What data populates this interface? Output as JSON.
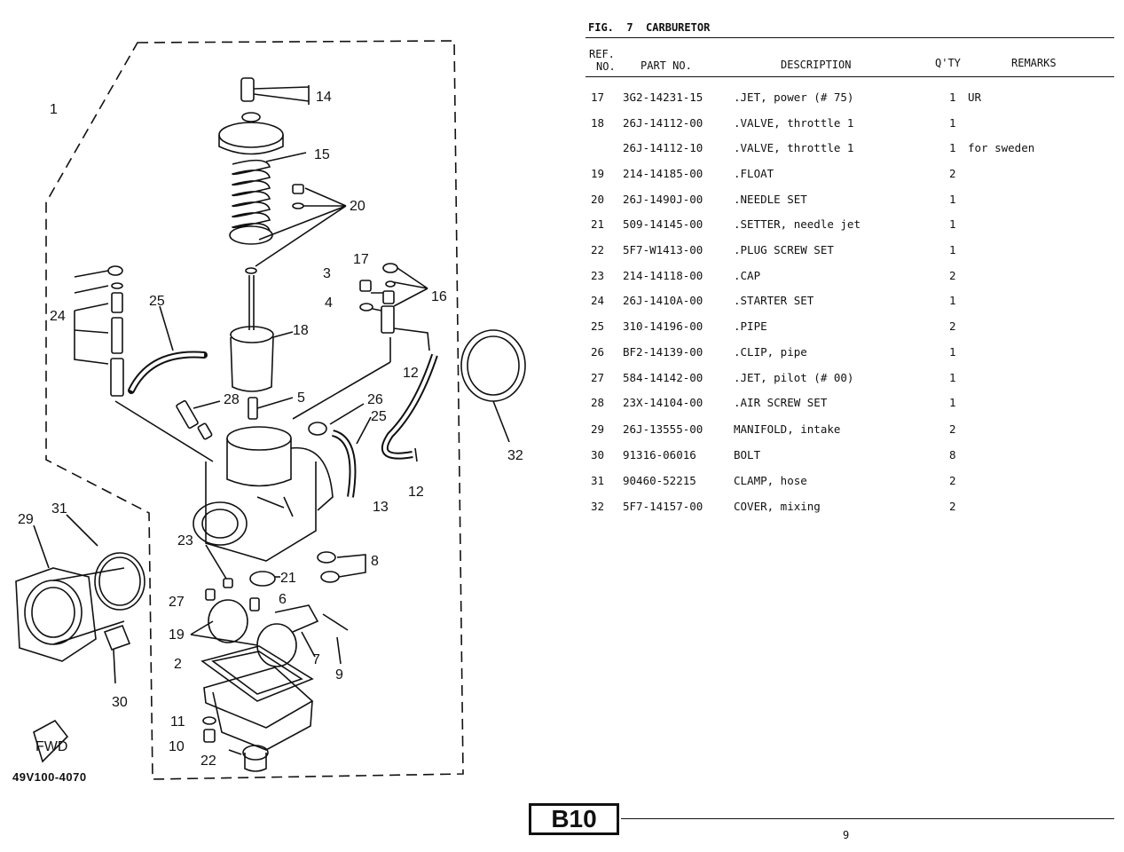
{
  "figure": {
    "prefix": "FIG.",
    "number": "7",
    "title": "CARBURETOR"
  },
  "headers": {
    "ref_line1": "REF.",
    "ref_line2": "NO.",
    "part_no": "PART NO.",
    "description": "DESCRIPTION",
    "qty": "Q'TY",
    "remarks": "REMARKS"
  },
  "parts": [
    {
      "ref": "17",
      "part_no": "3G2-14231-15",
      "description": ".JET, power (# 75)",
      "qty": "1",
      "remarks": "UR"
    },
    {
      "ref": "18",
      "part_no": "26J-14112-00",
      "description": ".VALVE, throttle 1",
      "qty": "1",
      "remarks": ""
    },
    {
      "ref": "",
      "part_no": "26J-14112-10",
      "description": ".VALVE, throttle 1",
      "qty": "1",
      "remarks": "for sweden"
    },
    {
      "ref": "19",
      "part_no": "214-14185-00",
      "description": ".FLOAT",
      "qty": "2",
      "remarks": ""
    },
    {
      "ref": "20",
      "part_no": "26J-1490J-00",
      "description": ".NEEDLE SET",
      "qty": "1",
      "remarks": ""
    },
    {
      "ref": "21",
      "part_no": "509-14145-00",
      "description": ".SETTER, needle jet",
      "qty": "1",
      "remarks": ""
    },
    {
      "ref": "22",
      "part_no": "5F7-W1413-00",
      "description": ".PLUG SCREW SET",
      "qty": "1",
      "remarks": ""
    },
    {
      "ref": "23",
      "part_no": "214-14118-00",
      "description": ".CAP",
      "qty": "2",
      "remarks": ""
    },
    {
      "ref": "24",
      "part_no": "26J-1410A-00",
      "description": ".STARTER SET",
      "qty": "1",
      "remarks": ""
    },
    {
      "ref": "25",
      "part_no": "310-14196-00",
      "description": ".PIPE",
      "qty": "2",
      "remarks": ""
    },
    {
      "ref": "26",
      "part_no": "BF2-14139-00",
      "description": ".CLIP, pipe",
      "qty": "1",
      "remarks": ""
    },
    {
      "ref": "27",
      "part_no": "584-14142-00",
      "description": ".JET, pilot (# 00)",
      "qty": "1",
      "remarks": ""
    },
    {
      "ref": "28",
      "part_no": "23X-14104-00",
      "description": ".AIR SCREW SET",
      "qty": "1",
      "remarks": ""
    },
    {
      "ref": "29",
      "part_no": "26J-13555-00",
      "description": "MANIFOLD, intake",
      "qty": "2",
      "remarks": ""
    },
    {
      "ref": "30",
      "part_no": "91316-06016",
      "description": "BOLT",
      "qty": "8",
      "remarks": ""
    },
    {
      "ref": "31",
      "part_no": "90460-52215",
      "description": "CLAMP, hose",
      "qty": "2",
      "remarks": ""
    },
    {
      "ref": "32",
      "part_no": "5F7-14157-00",
      "description": "COVER, mixing",
      "qty": "2",
      "remarks": ""
    }
  ],
  "diagram": {
    "catalog_code": "49V100-4070",
    "fwd_label": "FWD",
    "callouts": [
      "1",
      "14",
      "15",
      "20",
      "3",
      "17",
      "16",
      "4",
      "24",
      "25",
      "18",
      "12",
      "28",
      "5",
      "26",
      "25",
      "32",
      "13",
      "12",
      "29",
      "31",
      "23",
      "8",
      "21",
      "27",
      "6",
      "19",
      "7",
      "9",
      "2",
      "30",
      "11",
      "10",
      "22"
    ]
  },
  "footer": {
    "page_badge": "B10",
    "page_number": "9"
  }
}
